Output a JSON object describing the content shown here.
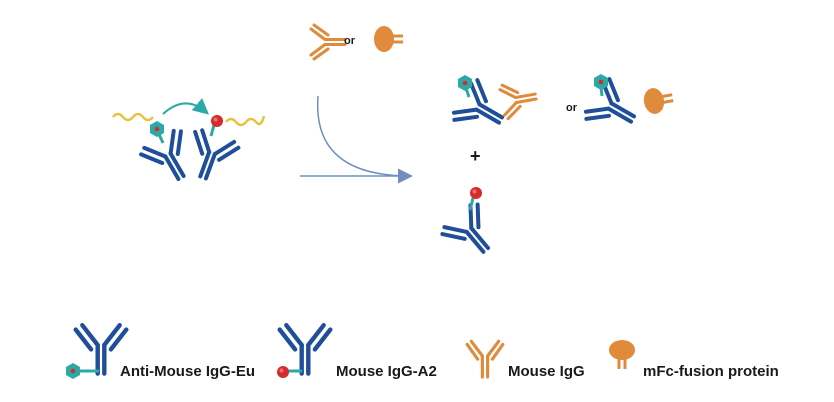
{
  "colors": {
    "anti_mouse_antibody": "#1f4e9a",
    "mouse_igg": "#e08a3c",
    "europium_hexagon": "#2aa9a6",
    "red_dot": "#d62b2b",
    "quench_wave": "#e8c23a",
    "arrow": "#6f8fbe"
  },
  "icons": {
    "europium": "hexagon-icon",
    "acceptor": "red-dot-icon",
    "fluorescence": "wavy-line-icon"
  },
  "top_or": "or",
  "product_or": "or",
  "plus_sign": "+",
  "legend": {
    "anti_mouse_igg_eu": "Anti-Mouse IgG-Eu",
    "mouse_igg_a2": "Mouse IgG-A2",
    "mouse_igg": "Mouse IgG",
    "mfc_fusion_protein": "mFc-fusion protein"
  }
}
